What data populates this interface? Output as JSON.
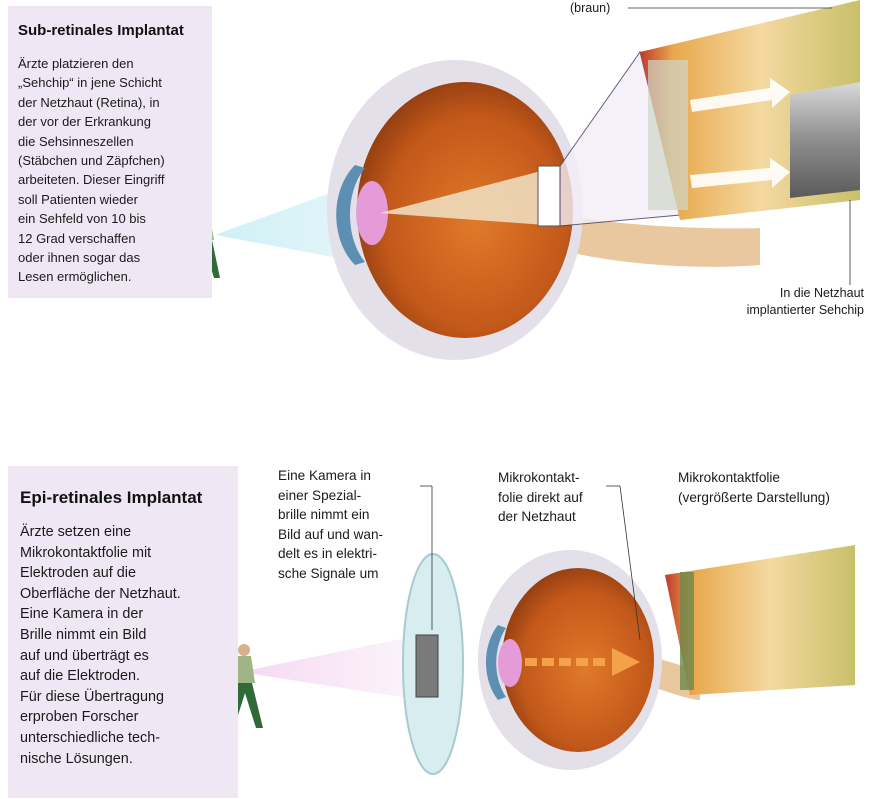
{
  "panel_top": {
    "title": "Sub-retinales Implantat",
    "body": "Ärzte platzieren den\n„Sehchip“ in jene Schicht\nder Netzhaut (Retina), in\nder vor der Erkrankung\ndie Sehsinneszellen\n(Stäbchen und Zäpfchen)\narbeiteten. Dieser Eingriff\nsoll Patienten wieder\nein Sehfeld von 10 bis\n12 Grad verschaffen\noder ihnen sogar das\nLesen ermöglichen.",
    "label_braun": "(braun)",
    "label_chip": "In die Netzhaut\nimplantierter Sehchip"
  },
  "panel_bottom": {
    "title": "Epi-retinales Implantat",
    "body": "Ärzte setzen eine\nMikrokontaktfolie mit\nElektroden auf die\nOberfläche der Netzhaut.\nEine Kamera in der\nBrille nimmt ein Bild\nauf und überträgt es\nauf die Elektroden.\nFür diese Übertragung\nerproben Forscher\nunterschiedliche tech-\nnische Lösungen.",
    "label_camera": "Eine Kamera in\neiner Spezial-\nbrille nimmt ein\nBild auf und wan-\ndelt es in elektri-\nsche Signale um",
    "label_folie": "Mikrokontakt-\nfolie direkt auf\nder Netzhaut",
    "label_vergroessert": "Mikrokontaktfolie\n(vergrößerte Darstellung)"
  },
  "colors": {
    "panel_bg": "#efe7f4",
    "eye_outer": "#e9e6ee",
    "eye_inner": "#c9631c",
    "lens": "#e59bd8",
    "light_beam": "#d8f0f6",
    "arrow": "#f4a24a",
    "man_shirt": "#9fb585",
    "man_pants": "#2f6a38"
  }
}
